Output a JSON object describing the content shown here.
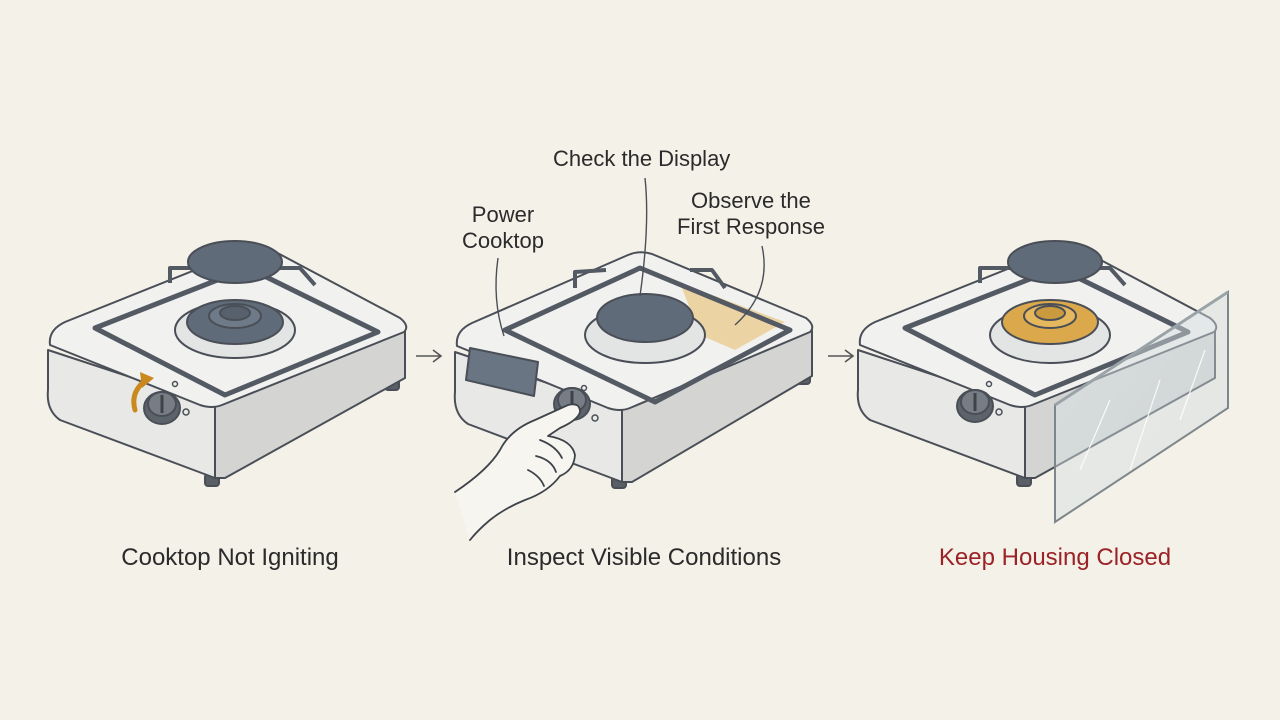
{
  "steps": [
    {
      "caption": "Cooktop Not Igniting"
    },
    {
      "caption": "Inspect Visible Conditions"
    },
    {
      "caption": "Keep Housing Closed"
    }
  ],
  "callouts": {
    "display": "Check the Display",
    "power_line1": "Power",
    "power_line2": "Cooktop",
    "observe_line1": "Observe the",
    "observe_line2": "First Response"
  },
  "colors": {
    "background": "#f4f1e8",
    "outline": "#4a4f57",
    "burner_cap": "#5f6b78",
    "highlight": "#e6b04a",
    "warning_text": "#9b2226"
  },
  "icons": [
    "cooktop",
    "control-knob",
    "rotate-arrow",
    "display-panel",
    "hand-pointer",
    "glass-panel",
    "next-arrow"
  ]
}
